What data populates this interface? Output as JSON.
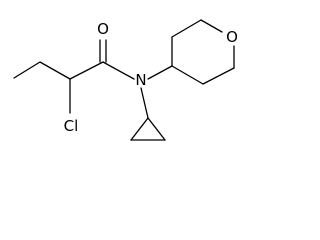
{
  "molecule": {
    "atoms": {
      "oxygen_carbonyl": "O",
      "nitrogen": "N",
      "chlorine": "Cl",
      "oxygen_ring": "O"
    }
  }
}
